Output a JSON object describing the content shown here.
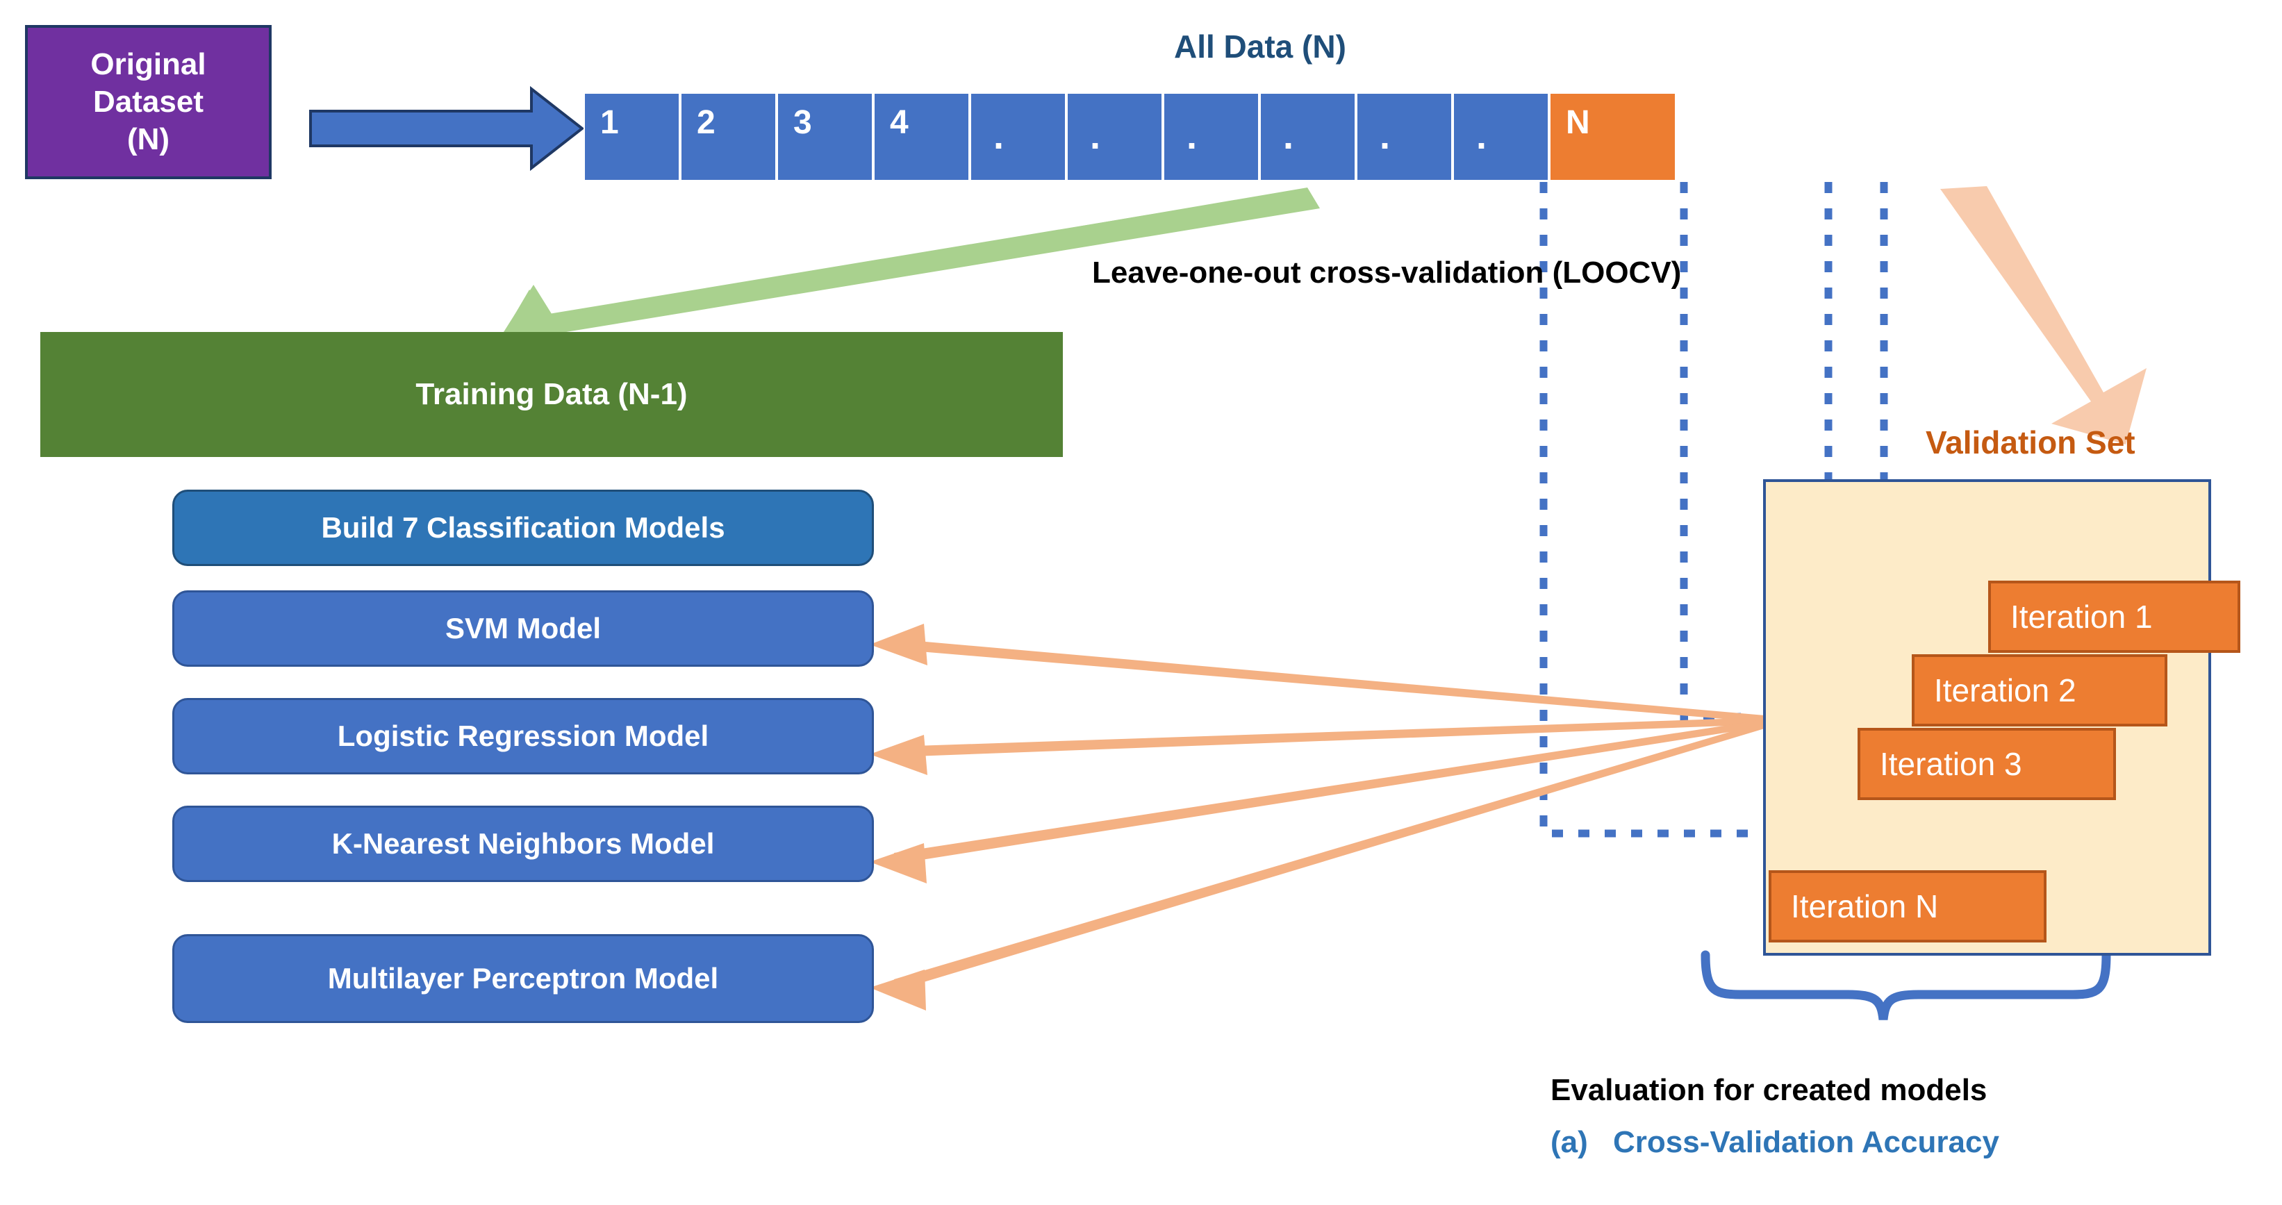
{
  "diagram": {
    "title": "Leave-one-out cross-validation (LOOCV) workflow",
    "colors": {
      "purple": "#7030A0",
      "blue_cell": "#4472C4",
      "orange_cell": "#ED7D31",
      "green_box": "#548235",
      "green_arrow": "#A9D18E",
      "panel_fill": "#FDEBC8",
      "panel_border": "#2F5597",
      "accent_navy": "#1F4E79",
      "accent_orange_text": "#C55A11",
      "peach_arrow": "#F8CBAD",
      "model_blue": "#4472C4",
      "model_header_blue": "#2E75B6"
    }
  },
  "original_dataset": {
    "lines": [
      "Original",
      "Dataset",
      "(N)"
    ]
  },
  "all_data": {
    "label": "All Data  (N)",
    "cells": [
      "1",
      "2",
      "3",
      "4",
      ".",
      ".",
      ".",
      ".",
      ".",
      ".",
      "N"
    ],
    "last_cell_highlight": "N"
  },
  "loocv": {
    "label": "Leave-one-out cross-validation (LOOCV)"
  },
  "training_data": {
    "label": "Training Data (N-1)"
  },
  "models": [
    {
      "label": "Build 7 Classification Models",
      "is_header": true
    },
    {
      "label": "SVM Model",
      "is_header": false
    },
    {
      "label": "Logistic Regression Model",
      "is_header": false
    },
    {
      "label": "K-Nearest Neighbors  Model",
      "is_header": false
    },
    {
      "label": "Multilayer Perceptron  Model",
      "is_header": false
    }
  ],
  "validation": {
    "label": "Validation Set",
    "iterations": [
      "Iteration 1",
      "Iteration 2",
      "Iteration 3",
      "Iteration N"
    ],
    "ellipsis": "diagonal-orange-dots"
  },
  "evaluation": {
    "heading": "Evaluation for created models",
    "item_marker": "(a)",
    "item_label": "Cross-Validation Accuracy"
  }
}
